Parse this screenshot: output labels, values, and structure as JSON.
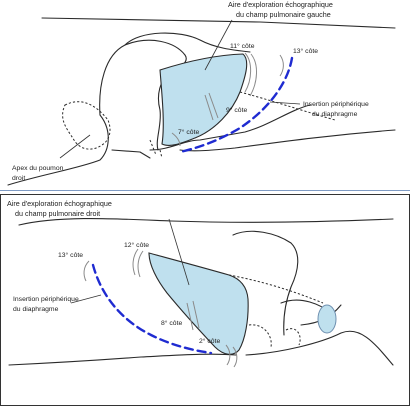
{
  "colors": {
    "lung_area": "#bfe0ee",
    "insertion_line": "#1f2bd1",
    "outline": "#2a2a2a",
    "frame_top": "#7f9bc4"
  },
  "top_panel": {
    "area_label_line1": "Aire d'exploration échographique",
    "area_label_line2": "du champ pulmonaire gauche",
    "rib_11": "11° côte",
    "rib_13": "13° côte",
    "rib_9": "9° côte",
    "rib_7": "7° côte",
    "insertion_line1": "Insertion périphérique",
    "insertion_line2": "du diaphragme",
    "apex_line1": "Apex du poumon",
    "apex_line2": "droit"
  },
  "bottom_panel": {
    "area_label_line1": "Aire d'exploration échographique",
    "area_label_line2": "du champ pulmonaire droit",
    "rib_13": "13° côte",
    "rib_12": "12° côte",
    "rib_8": "8° côte",
    "rib_2": "2° côte",
    "insertion_line1": "Insertion périphérique",
    "insertion_line2": "du diaphragme"
  }
}
